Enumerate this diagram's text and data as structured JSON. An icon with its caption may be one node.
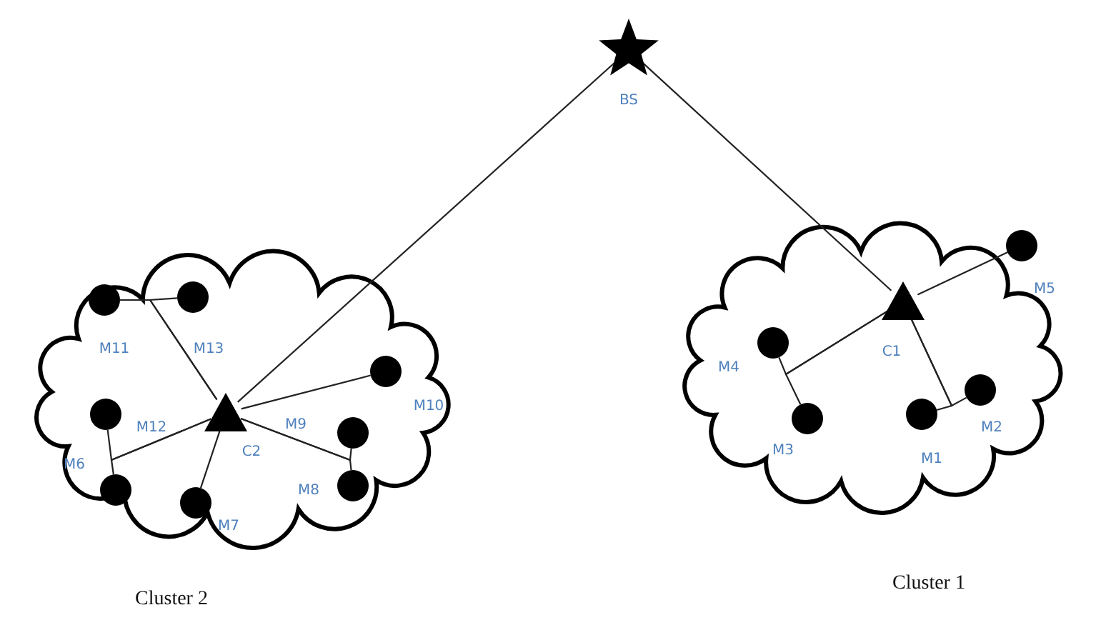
{
  "diagram": {
    "nodes": [
      {
        "text": [
          "BS"
        ]
      },
      {
        "text": [
          "Cluster 2"
        ]
      },
      {
        "text": [
          "C2"
        ],
        "in": 1
      },
      {
        "text": [
          "M11"
        ],
        "in": 1
      },
      {
        "text": [
          "M13"
        ],
        "in": 1
      },
      {
        "text": [
          "M12"
        ],
        "in": 1
      },
      {
        "text": [
          "M6"
        ],
        "in": 1
      },
      {
        "text": [
          "M10"
        ],
        "in": 1
      },
      {
        "text": [
          "M9"
        ],
        "in": 1
      },
      {
        "text": [
          "M8"
        ],
        "in": 1
      },
      {
        "text": [
          "M7"
        ],
        "in": 1
      },
      {
        "text": [
          "Cluster 1"
        ]
      },
      {
        "text": [
          "C1"
        ],
        "in": 11
      },
      {
        "text": [
          "M5"
        ],
        "in": 11
      },
      {
        "text": [
          "M4"
        ],
        "in": 11
      },
      {
        "text": [
          "M3"
        ],
        "in": 11
      },
      {
        "text": [
          "M1"
        ],
        "in": 11
      },
      {
        "text": [
          "M2"
        ],
        "in": 11
      }
    ],
    "edges": [
      {
        "from": 0,
        "to": 2,
        "arrow": "none"
      },
      {
        "from": 0,
        "to": 12,
        "arrow": "none"
      },
      {
        "from": 2,
        "to": 3,
        "arrow": "none"
      },
      {
        "from": 2,
        "to": 4,
        "arrow": "none"
      },
      {
        "from": 2,
        "to": 5,
        "arrow": "none"
      },
      {
        "from": 2,
        "to": 6,
        "arrow": "none"
      },
      {
        "from": 2,
        "to": 7,
        "arrow": "none"
      },
      {
        "from": 2,
        "to": 8,
        "arrow": "none"
      },
      {
        "from": 2,
        "to": 9,
        "arrow": "none"
      },
      {
        "from": 2,
        "to": 10,
        "arrow": "none"
      },
      {
        "from": 12,
        "to": 13,
        "arrow": "none"
      },
      {
        "from": 12,
        "to": 14,
        "arrow": "none"
      },
      {
        "from": 12,
        "to": 15,
        "arrow": "none"
      },
      {
        "from": 12,
        "to": 16,
        "arrow": "none"
      },
      {
        "from": 12,
        "to": 17,
        "arrow": "none"
      }
    ]
  }
}
